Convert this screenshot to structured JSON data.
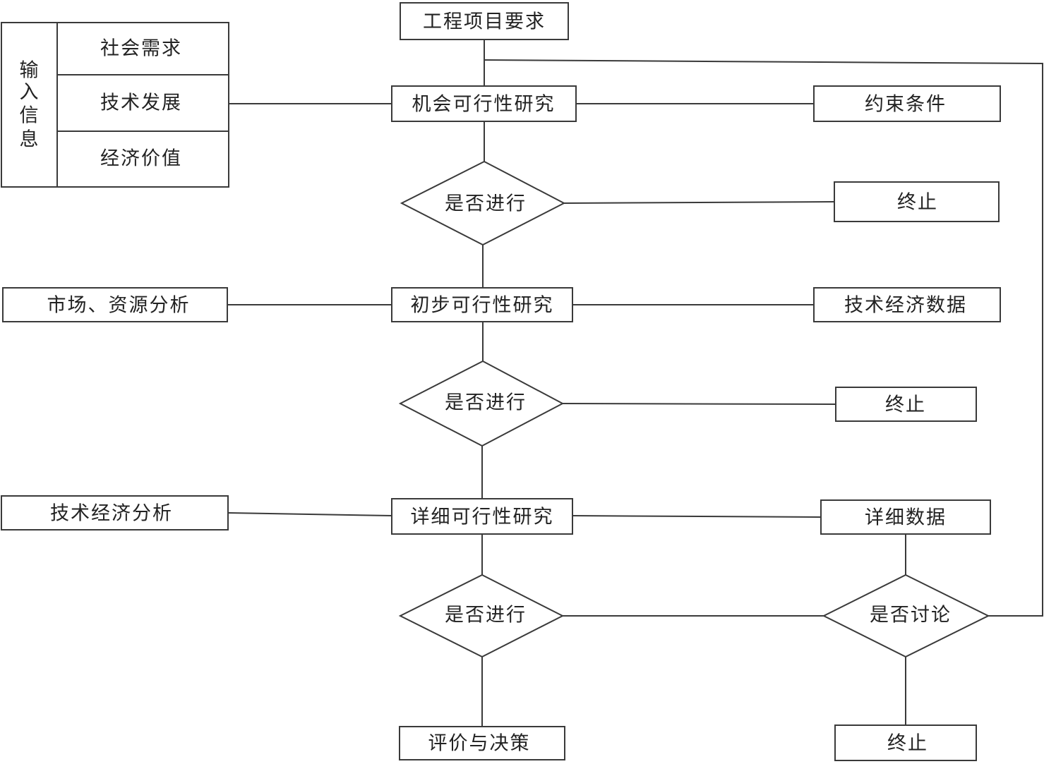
{
  "diagram": {
    "input_group": {
      "label_chars": [
        "输",
        "入",
        "信",
        "息"
      ],
      "items": [
        "社会需求",
        "技术发展",
        "经济价值"
      ]
    },
    "nodes": {
      "project_requirements": "工程项目要求",
      "opportunity_study": "机会可行性研究",
      "constraints": "约束条件",
      "decision_1": "是否进行",
      "terminate_1": "终止",
      "market_resource_analysis": "市场、资源分析",
      "preliminary_study": "初步可行性研究",
      "tech_econ_data": "技术经济数据",
      "decision_2": "是否进行",
      "terminate_2": "终止",
      "tech_econ_analysis": "技术经济分析",
      "detailed_study": "详细可行性研究",
      "detailed_data": "详细数据",
      "decision_3": "是否进行",
      "discuss_decision": "是否讨论",
      "evaluation_decision": "评价与决策",
      "terminate_3": "终止"
    }
  }
}
